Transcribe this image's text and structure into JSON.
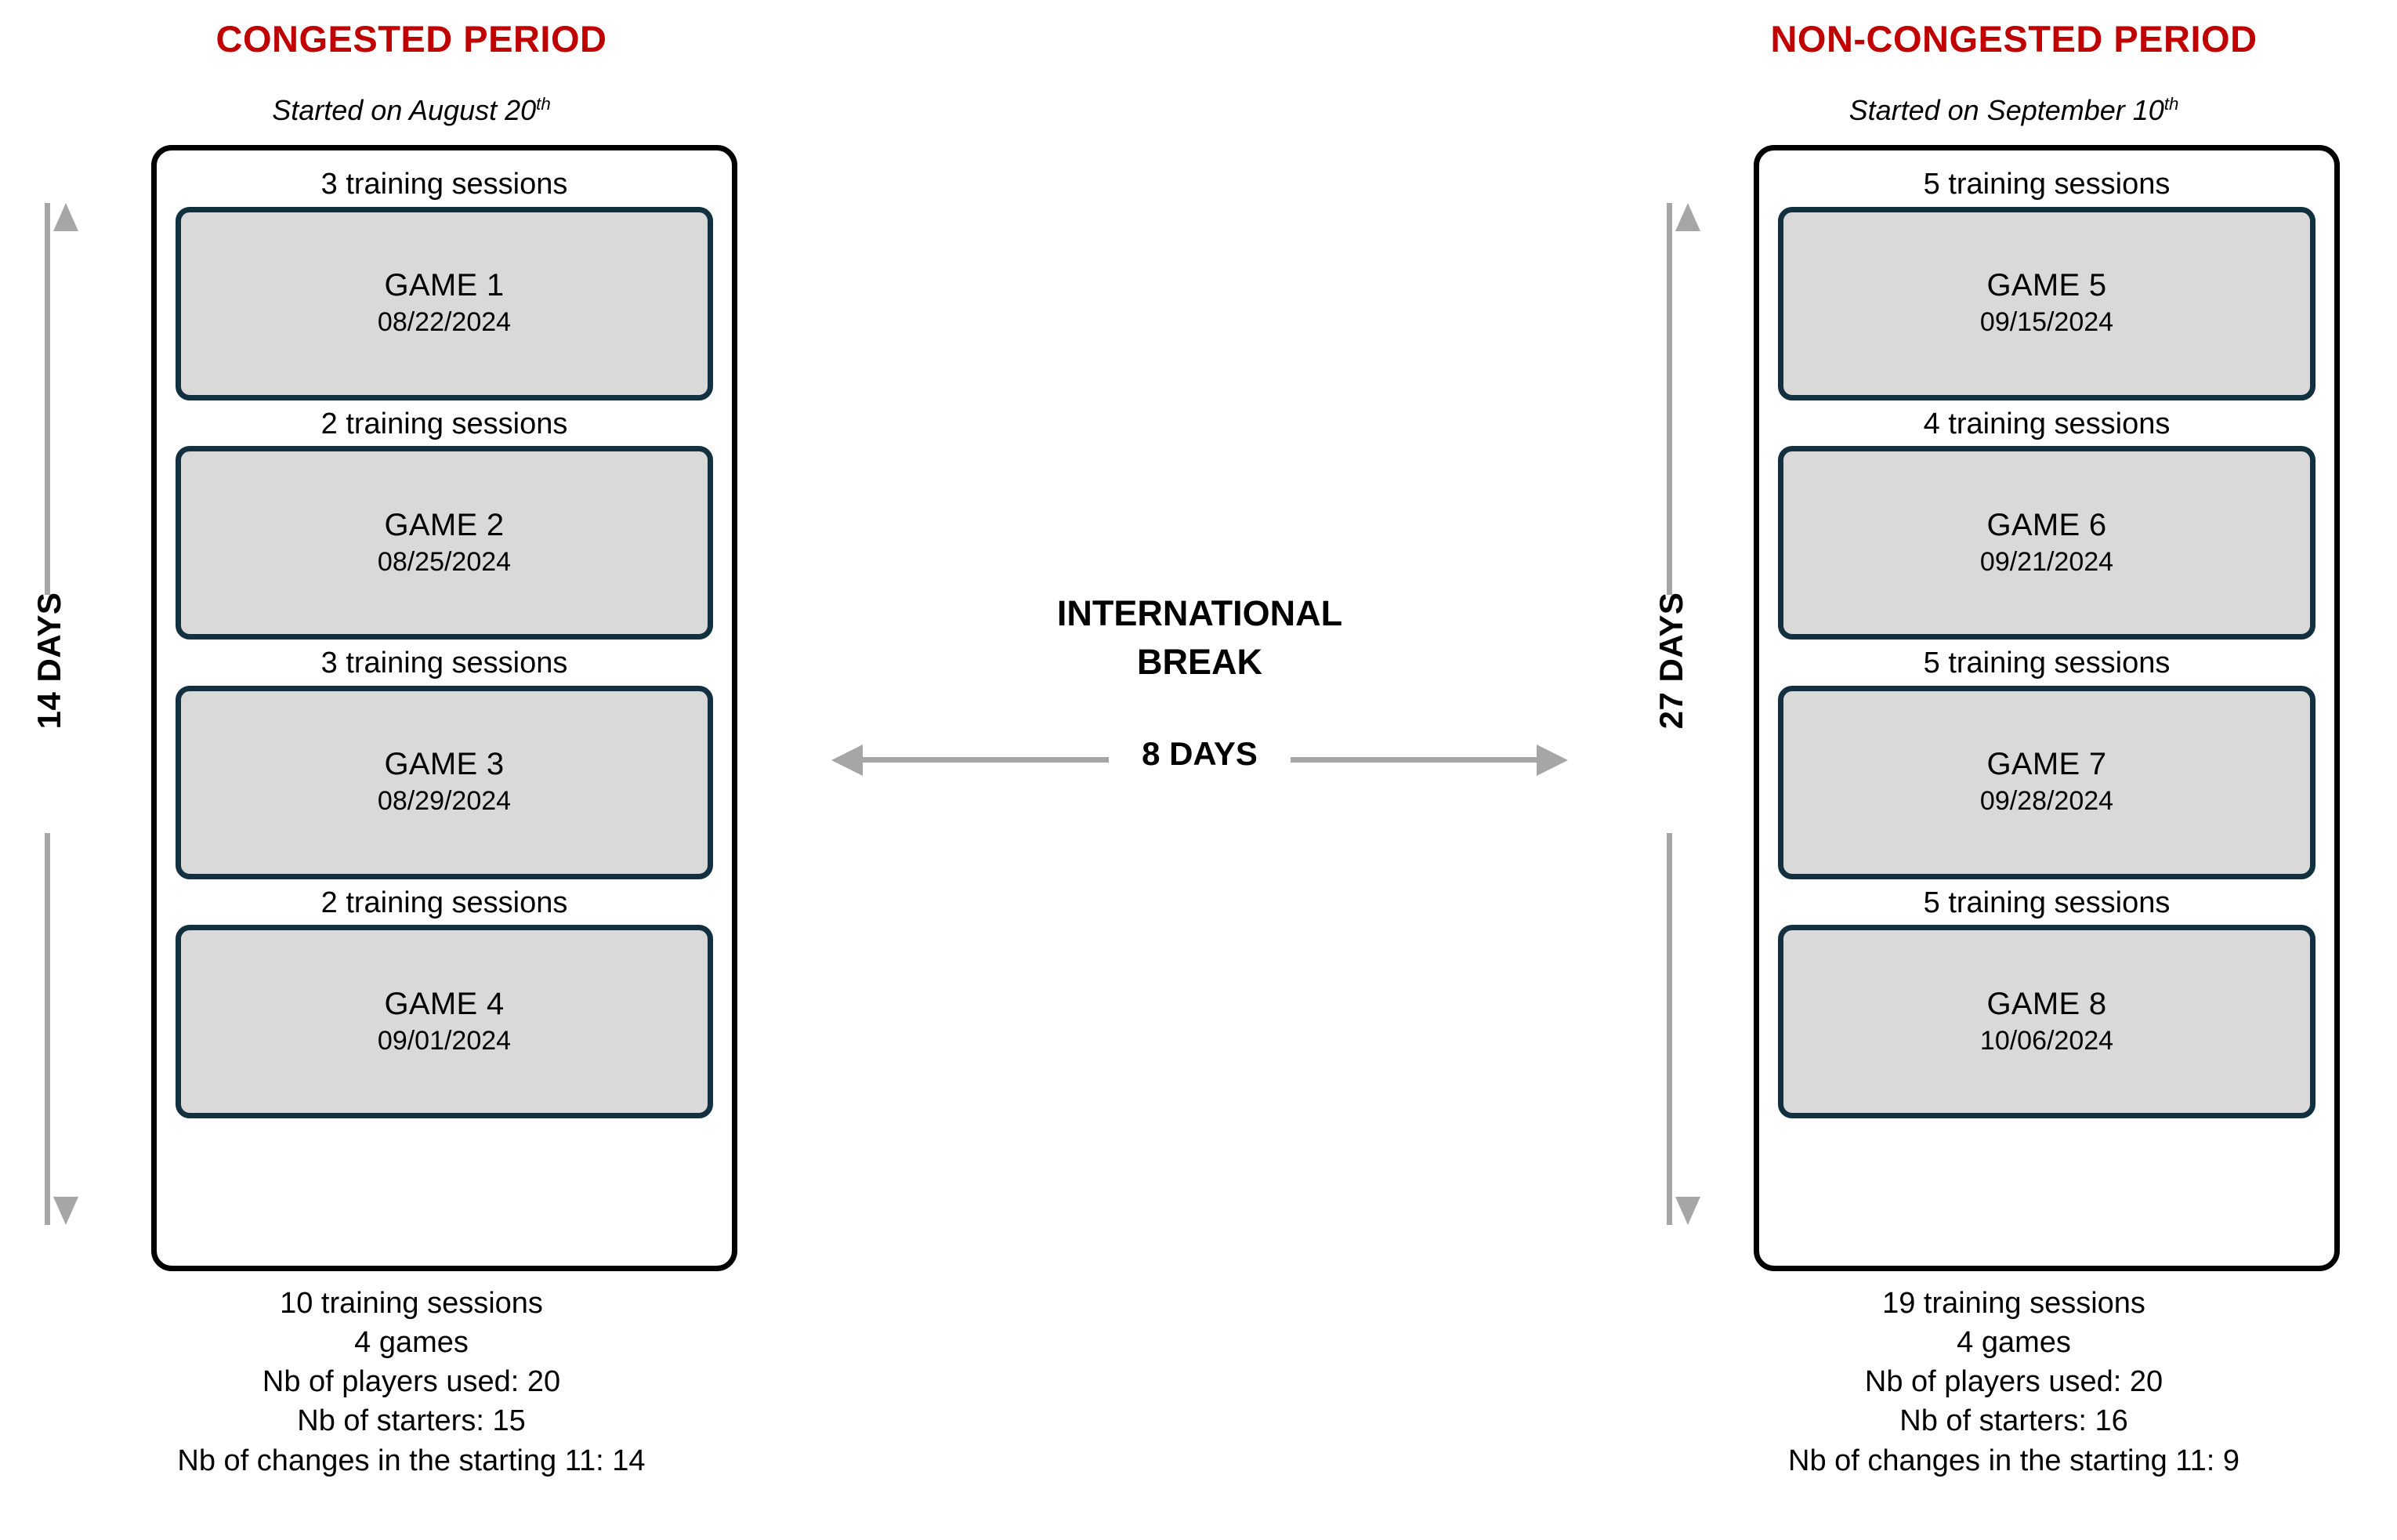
{
  "colors": {
    "title_red": "#C00000",
    "game_border": "#12303F",
    "game_fill": "#D9D9D9",
    "panel_border": "#000000",
    "arrow_gray": "#A6A6A6",
    "background": "#FFFFFF"
  },
  "periods": [
    {
      "id": "congested",
      "title": "CONGESTED PERIOD",
      "subtitle_prefix": "Started on August 20",
      "subtitle_suffix": "th",
      "duration_label": "14 DAYS",
      "blocks": [
        {
          "training": "3 training sessions",
          "game": "GAME 1",
          "date": "08/22/2024"
        },
        {
          "training": "2 training sessions",
          "game": "GAME 2",
          "date": "08/25/2024"
        },
        {
          "training": "3 training sessions",
          "game": "GAME 3",
          "date": "08/29/2024"
        },
        {
          "training": "2 training sessions",
          "game": "GAME 4",
          "date": "09/01/2024"
        }
      ],
      "summary": [
        "10 training sessions",
        "4 games",
        "Nb of players used: 20",
        "Nb of starters: 15",
        "Nb of changes in the starting 11: 14"
      ]
    },
    {
      "id": "noncongested",
      "title": "NON-CONGESTED PERIOD",
      "subtitle_prefix": "Started on September 10",
      "subtitle_suffix": "th",
      "duration_label": "27 DAYS",
      "blocks": [
        {
          "training": "5 training sessions",
          "game": "GAME 5",
          "date": "09/15/2024"
        },
        {
          "training": "4 training sessions",
          "game": "GAME 6",
          "date": "09/21/2024"
        },
        {
          "training": "5 training sessions",
          "game": "GAME 7",
          "date": "09/28/2024"
        },
        {
          "training": "5 training sessions",
          "game": "GAME 8",
          "date": "10/06/2024"
        }
      ],
      "summary": [
        "19 training sessions",
        "4 games",
        "Nb of players used: 20",
        "Nb of starters: 16",
        "Nb of changes in the starting 11: 9"
      ]
    }
  ],
  "break": {
    "title_line1": "INTERNATIONAL",
    "title_line2": "BREAK",
    "duration_label": "8 DAYS"
  }
}
